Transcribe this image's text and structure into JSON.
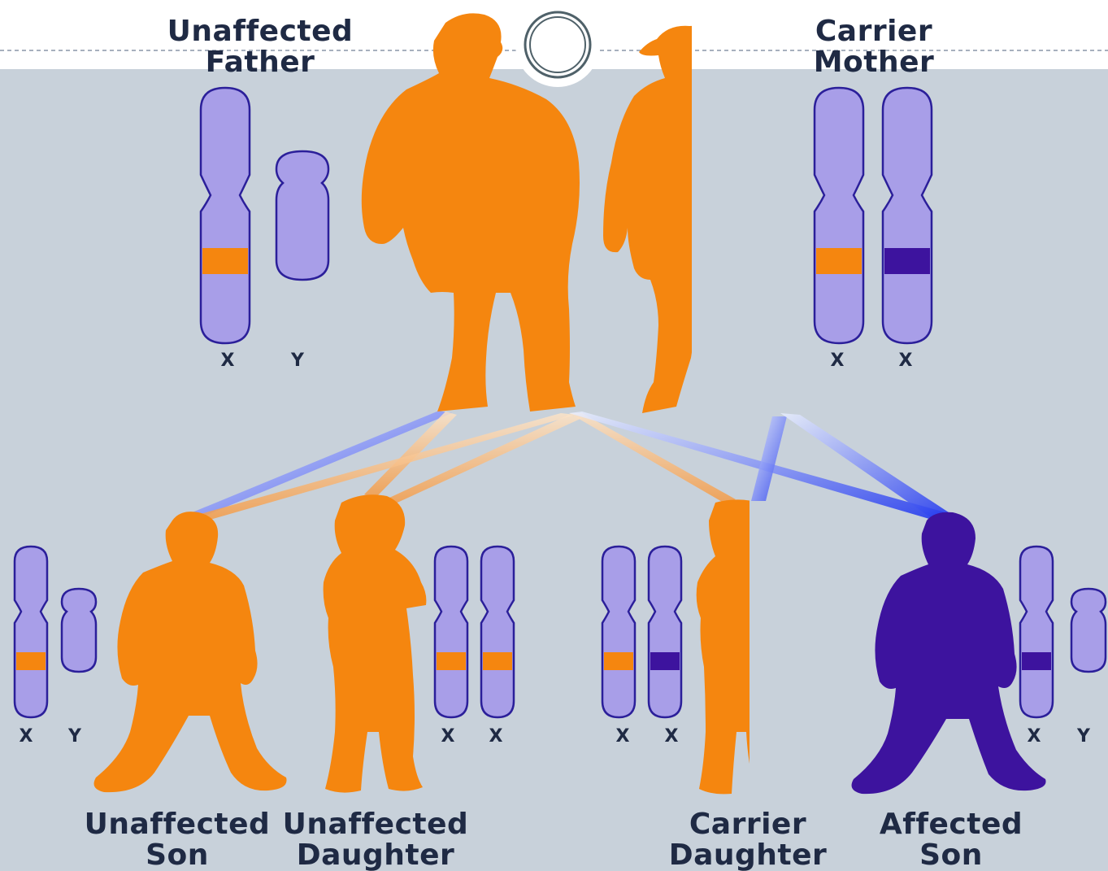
{
  "colors": {
    "background": "#c8d1da",
    "unaffected": "#f5860f",
    "affected": "#3d139e",
    "chromosome_fill": "#a89ee8",
    "chromosome_stroke": "#2b1f9a",
    "text": "#1f2a44"
  },
  "parents": {
    "father": {
      "line1": "Unaffected",
      "line2": "Father",
      "chromosome_labels": [
        "X",
        "Y"
      ]
    },
    "mother": {
      "line1": "Carrier",
      "line2": "Mother",
      "chromosome_labels": [
        "X",
        "X"
      ]
    }
  },
  "children": [
    {
      "line1": "Unaffected",
      "line2": "Son",
      "chromosome_labels": [
        "X",
        "Y"
      ]
    },
    {
      "line1": "Unaffected",
      "line2": "Daughter",
      "chromosome_labels": [
        "X",
        "X"
      ]
    },
    {
      "line1": "Carrier",
      "line2": "Daughter",
      "chromosome_labels": [
        "X",
        "X"
      ]
    },
    {
      "line1": "Affected",
      "line2": "Son",
      "chromosome_labels": [
        "X",
        "Y"
      ]
    }
  ],
  "icons": {
    "logo": "double-ring-logo"
  }
}
